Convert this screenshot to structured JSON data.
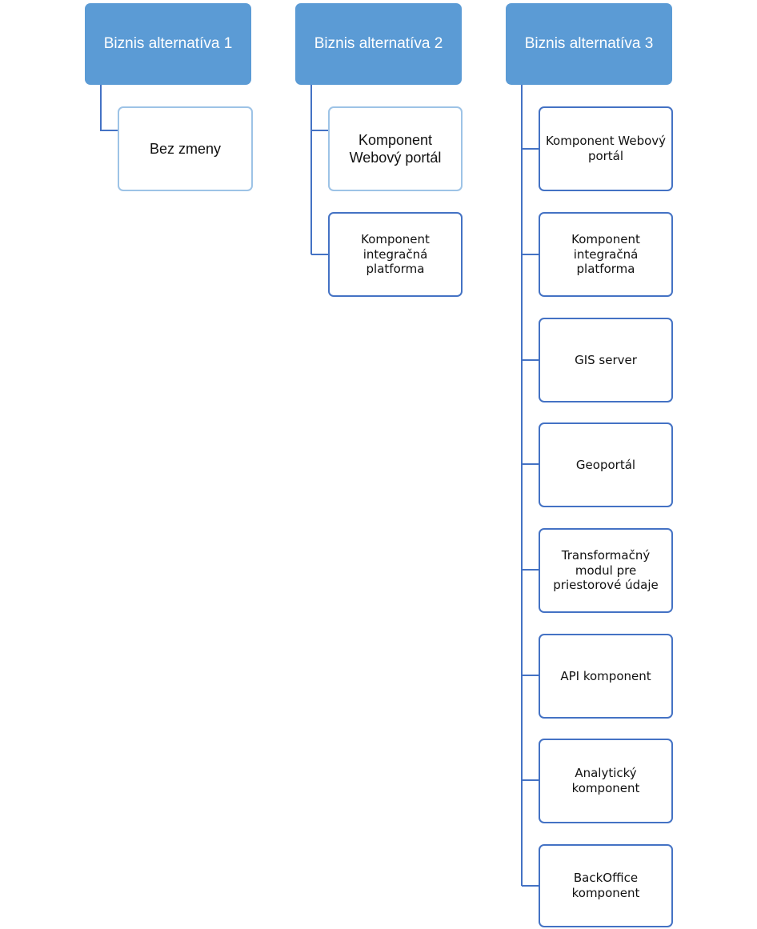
{
  "colors": {
    "header_fill": "#5b9bd5",
    "header_text": "#ffffff",
    "child_border_light": "#9dc3e6",
    "child_border_dark": "#4472c4",
    "connector": "#4472c4"
  },
  "alternatives": [
    {
      "title": "Biznis alternatíva 1",
      "children": [
        "Bez zmeny"
      ]
    },
    {
      "title": "Biznis alternatíva 2",
      "children": [
        "Komponent Webový portál",
        "Komponent integračná platforma"
      ]
    },
    {
      "title": "Biznis alternatíva 3",
      "children": [
        "Komponent Webový portál",
        "Komponent integračná platforma",
        "GIS server",
        "Geoportál",
        "Transformačný modul pre priestorové údaje",
        "API komponent",
        "Analytický komponent",
        "BackOffice komponent"
      ]
    }
  ]
}
